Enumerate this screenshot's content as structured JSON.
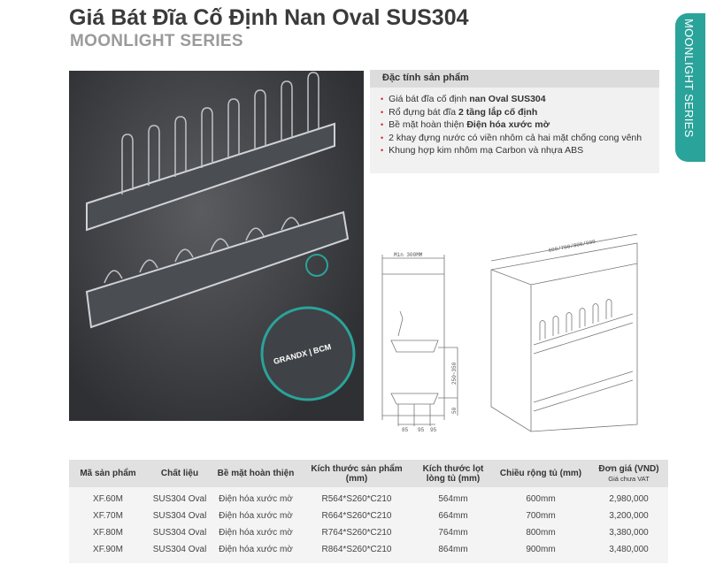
{
  "title": "Giá Bát Đĩa Cố Định Nan Oval SUS304",
  "subtitle": "MOONLIGHT SERIES",
  "side_tab": "MOONLIGHT SERIES",
  "photo": {
    "brand": "GRANDX | BCM"
  },
  "features": {
    "heading": "Đặc tính sản phẩm",
    "items": [
      {
        "text": "Giá bát đĩa cố định ",
        "bold": "nan Oval SUS304"
      },
      {
        "text": "Rổ đựng bát đĩa ",
        "bold": "2 tầng lắp cố định"
      },
      {
        "text": "Bề mặt hoàn thiện ",
        "bold": "Điện hóa xước mờ"
      },
      {
        "text": "2 khay đựng nước có viền nhôm cả hai mặt chống cong vênh",
        "bold": ""
      },
      {
        "text": "Khung hợp kim nhôm mạ Carbon và nhựa ABS",
        "bold": ""
      }
    ]
  },
  "drawing": {
    "min_depth": "Min 300MM",
    "widths": "600/700/800/900",
    "height_range": "250~350",
    "dim_a": "85",
    "dim_b": "95",
    "dim_c": "95",
    "dim_d": "50"
  },
  "table": {
    "headers": [
      "Mã sản phẩm",
      "Chất liệu",
      "Bề mặt hoàn thiện",
      "Kích thước sản phẩm (mm)",
      "Kích thước lọt lòng tủ (mm)",
      "Chiều rộng tủ (mm)",
      "Đơn giá (VND)"
    ],
    "price_note": "Giá chưa VAT",
    "rows": [
      [
        "XF.60M",
        "SUS304 Oval",
        "Điện hóa xước mờ",
        "R564*S260*C210",
        "564mm",
        "600mm",
        "2,980,000"
      ],
      [
        "XF.70M",
        "SUS304 Oval",
        "Điện hóa xước mờ",
        "R664*S260*C210",
        "664mm",
        "700mm",
        "3,200,000"
      ],
      [
        "XF.80M",
        "SUS304 Oval",
        "Điện hóa xước mờ",
        "R764*S260*C210",
        "764mm",
        "800mm",
        "3,380,000"
      ],
      [
        "XF.90M",
        "SUS304 Oval",
        "Điện hóa xước mờ",
        "R864*S260*C210",
        "864mm",
        "900mm",
        "3,480,000"
      ]
    ]
  }
}
